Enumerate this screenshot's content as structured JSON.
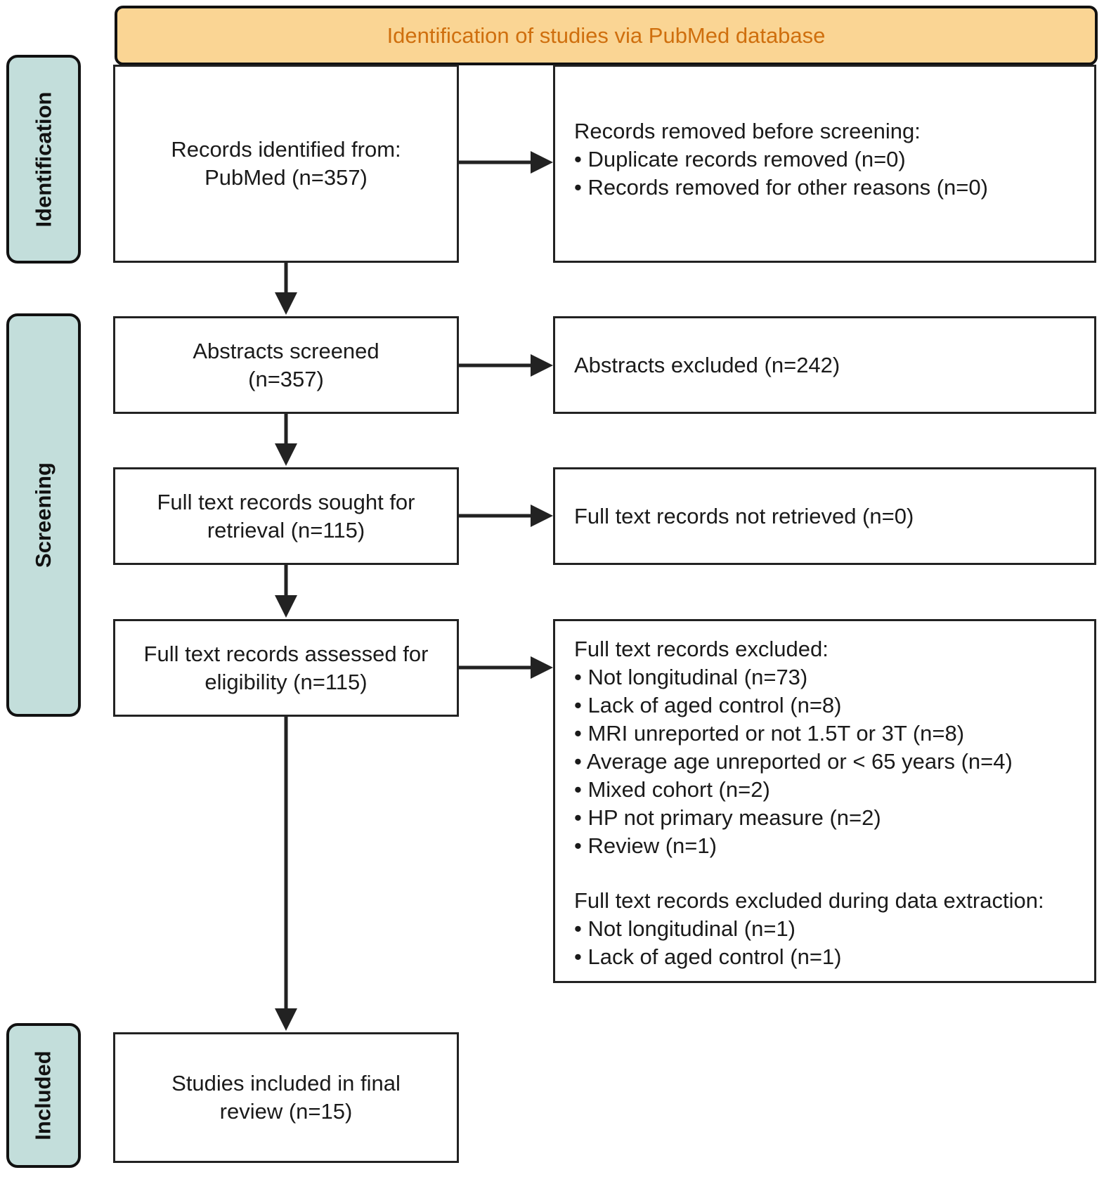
{
  "header": {
    "title": "Identification of studies via PubMed database"
  },
  "phases": {
    "identification": "Identification",
    "screening": "Screening",
    "included": "Included"
  },
  "boxes": {
    "records_identified": {
      "line1": "Records identified from:",
      "line2": "PubMed (n=357)"
    },
    "records_removed": {
      "title": "Records removed before screening:",
      "items": [
        "• Duplicate records removed (n=0)",
        "• Records removed for other reasons (n=0)"
      ]
    },
    "abstracts_screened": {
      "line1": "Abstracts screened",
      "line2": "(n=357)"
    },
    "abstracts_excluded": {
      "text": "Abstracts excluded (n=242)"
    },
    "sought_retrieval": {
      "line1": "Full text records sought for",
      "line2": "retrieval (n=115)"
    },
    "not_retrieved": {
      "text": "Full text records not retrieved (n=0)"
    },
    "assessed_eligibility": {
      "line1": "Full text records assessed for",
      "line2": "eligibility (n=115)"
    },
    "excluded": {
      "title": "Full text records excluded:",
      "items": [
        "• Not longitudinal (n=73)",
        "• Lack of aged control (n=8)",
        "• MRI unreported or not 1.5T or 3T (n=8)",
        "• Average age unreported or < 65 years (n=4)",
        "• Mixed cohort (n=2)",
        "• HP not primary measure (n=2)",
        "• Review (n=1)"
      ],
      "title2": "Full text records excluded during data extraction:",
      "items2": [
        "• Not longitudinal (n=1)",
        "• Lack of aged control (n=1)"
      ]
    },
    "included": {
      "line1": "Studies included in final",
      "line2": "review (n=15)"
    }
  }
}
